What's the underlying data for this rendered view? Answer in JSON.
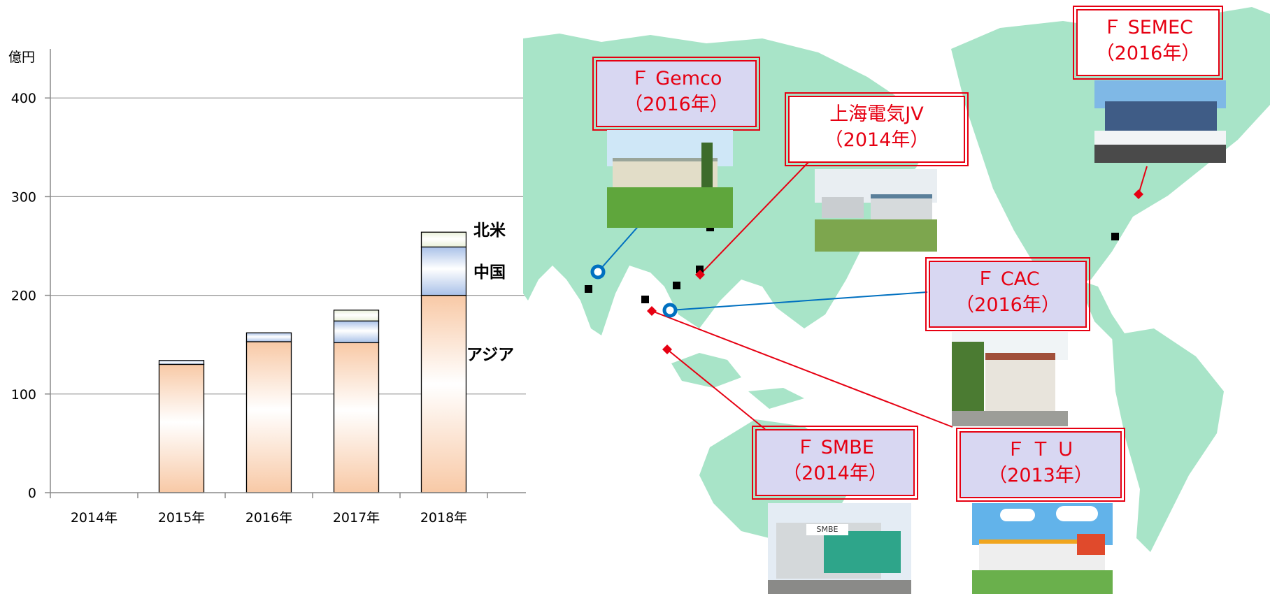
{
  "chart_data": {
    "type": "bar",
    "stacked": true,
    "ylabel": "億円",
    "ylim": [
      0,
      450
    ],
    "yticks": [
      0,
      100,
      200,
      300,
      400
    ],
    "grid": true,
    "categories": [
      "2014年",
      "2015年",
      "2016年",
      "2017年",
      "2018年"
    ],
    "series": [
      {
        "name": "アジア",
        "values": [
          0,
          130,
          153,
          152,
          200
        ]
      },
      {
        "name": "中国",
        "values": [
          0,
          4,
          9,
          22,
          49
        ]
      },
      {
        "name": "北米",
        "values": [
          0,
          0,
          0,
          11,
          15
        ]
      }
    ],
    "colors": {
      "アジア": "#f8c9a6",
      "中国": "#a9c1e8",
      "北米": "#e9f0d8"
    }
  },
  "map": {
    "land_color": "#a8e4c8",
    "callouts": [
      {
        "name": "F Gemco",
        "label": "Ｆ Gemco",
        "year": "（2016年）",
        "line_color": "#0070c0"
      },
      {
        "name": "Shanghai Electric JV",
        "label": "上海電気JV",
        "year": "（2014年）",
        "line_color": "#e60012"
      },
      {
        "name": "F SEMEC",
        "label": "Ｆ SEMEC",
        "year": "（2016年）",
        "line_color": "#e60012"
      },
      {
        "name": "F CAC",
        "label": "Ｆ CAC",
        "year": "（2016年）",
        "line_color": "#0070c0"
      },
      {
        "name": "F SMBE",
        "label": "Ｆ SMBE",
        "year": "（2014年）",
        "line_color": "#e60012"
      },
      {
        "name": "FTU",
        "label": "Ｆ Ｔ Ｕ",
        "year": "（2013年）",
        "line_color": "#e60012"
      }
    ],
    "photo_signs": {
      "smbe": "SMBE"
    }
  }
}
